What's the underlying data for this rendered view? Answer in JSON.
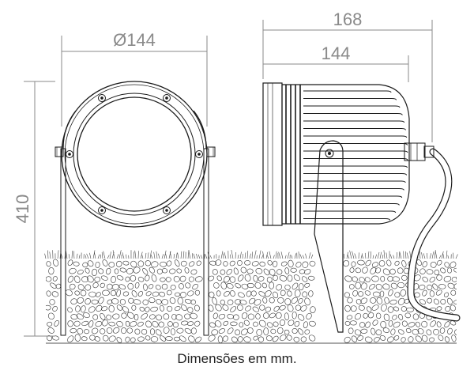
{
  "dimensions": {
    "front_diameter": "Ø144",
    "total_height": "410",
    "side_total_length": "168",
    "side_body_length": "144"
  },
  "caption": "Dimensões em mm.",
  "colors": {
    "line": "#1a1a1a",
    "dimension": "#8a8a8a",
    "ground_fill": "#ffffff"
  }
}
